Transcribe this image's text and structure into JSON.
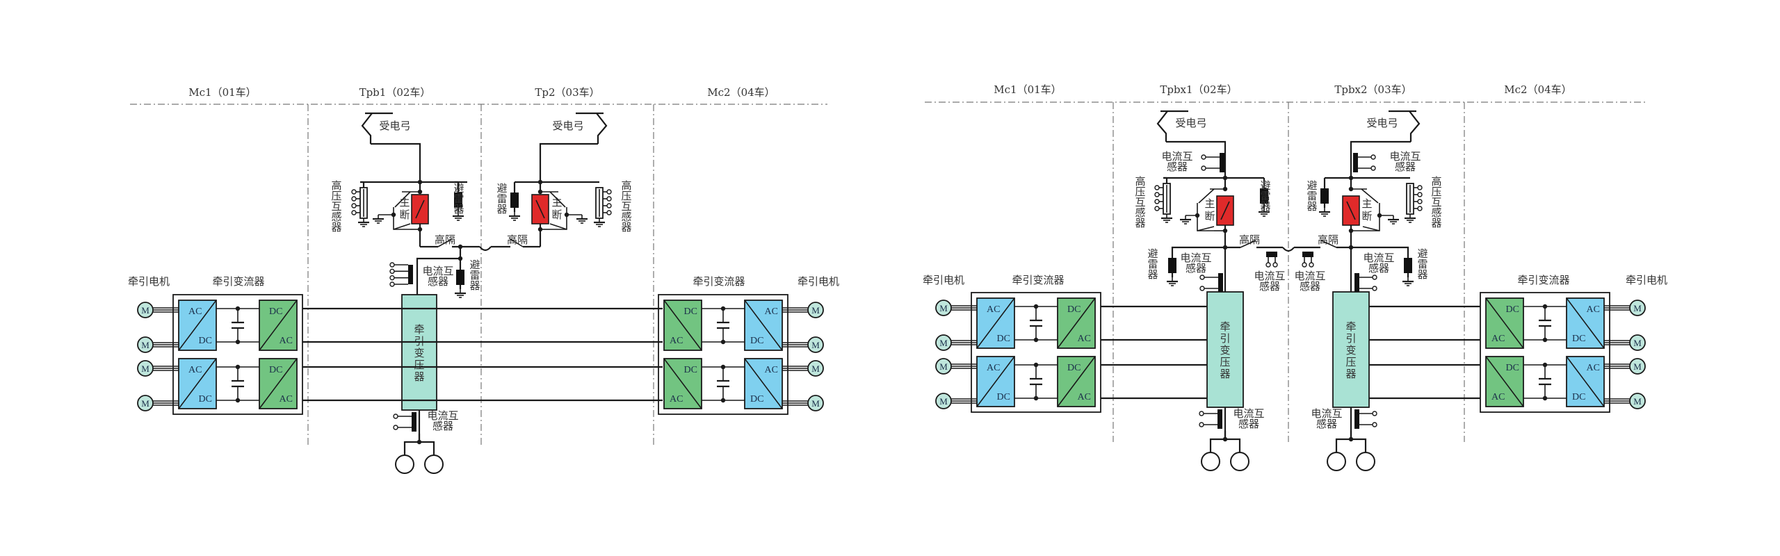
{
  "colors": {
    "wire": "#1a1a1a",
    "ac_dc_converter": "#7fd0ef",
    "dc_ac_converter": "#72c481",
    "main_breaker": "#e02a2a",
    "transformer": "#a9e2d4",
    "motor": "#bfe6dc",
    "divider": "#777777"
  },
  "left_scheme": {
    "cars": [
      {
        "label": "Mc1（01车）"
      },
      {
        "label": "Tpb1（02车）"
      },
      {
        "label": "Tp2（03车）"
      },
      {
        "label": "Mc2（04车）"
      }
    ],
    "pantograph_left": "受电弓",
    "pantograph_right": "受电弓",
    "hv_transformer_left": [
      "高",
      "压",
      "互",
      "感",
      "器"
    ],
    "hv_transformer_right": [
      "高",
      "压",
      "互",
      "感",
      "器"
    ],
    "arrester_left": [
      "避",
      "雷",
      "器"
    ],
    "arrester_right": [
      "避",
      "雷",
      "器"
    ],
    "arrester_bus": [
      "避",
      "雷",
      "器"
    ],
    "main_breaker_left": [
      "主",
      "断"
    ],
    "main_breaker_right": [
      "主",
      "断"
    ],
    "hv_isolator_left": "高隔",
    "hv_isolator_right": "高隔",
    "ct_bus": [
      "电流互",
      "感器"
    ],
    "ct_ground": [
      "电流互",
      "感器"
    ],
    "transformer": [
      "牵",
      "引",
      "变",
      "压",
      "器"
    ],
    "left_motor_label": "牵引电机",
    "left_converter_label": "牵引变流器",
    "right_converter_label": "牵引变流器",
    "right_motor_label": "牵引电机"
  },
  "right_scheme": {
    "cars": [
      {
        "label": "Mc1（01车）"
      },
      {
        "label": "Tpbx1（02车）"
      },
      {
        "label": "Tpbx2（03车）"
      },
      {
        "label": "Mc2（04车）"
      }
    ],
    "pantograph_left": "受电弓",
    "pantograph_right": "受电弓",
    "ct_top_left": [
      "电流互",
      "感器"
    ],
    "ct_top_right": [
      "电流互",
      "感器"
    ],
    "hv_transformer_left": [
      "高",
      "压",
      "互",
      "感",
      "器"
    ],
    "hv_transformer_right": [
      "高",
      "压",
      "互",
      "感",
      "器"
    ],
    "arrester_top_left": [
      "避",
      "雷",
      "器"
    ],
    "arrester_top_right": [
      "避",
      "雷",
      "器"
    ],
    "main_breaker_left": [
      "主",
      "断"
    ],
    "main_breaker_right": [
      "主",
      "断"
    ],
    "hv_isolator_left": "高隔",
    "hv_isolator_right": "高隔",
    "arrester_low_left": [
      "避",
      "雷",
      "器"
    ],
    "arrester_low_right": [
      "避",
      "雷",
      "器"
    ],
    "ct_mid_left": [
      "电流互",
      "感器"
    ],
    "ct_mid_right": [
      "电流互",
      "感器"
    ],
    "ct_coupler_left": [
      "电流互",
      "感器"
    ],
    "ct_coupler_right": [
      "电流互",
      "感器"
    ],
    "transformer_left": [
      "牵",
      "引",
      "变",
      "压",
      "器"
    ],
    "transformer_right": [
      "牵",
      "引",
      "变",
      "压",
      "器"
    ],
    "ct_ground_left": [
      "电流互",
      "感器"
    ],
    "ct_ground_right": [
      "电流互",
      "感器"
    ],
    "left_motor_label": "牵引电机",
    "left_converter_label": "牵引变流器",
    "right_converter_label": "牵引变流器",
    "right_motor_label": "牵引电机"
  },
  "converter": {
    "rectifier_top": "AC",
    "rectifier_bottom": "DC",
    "inverter_top": "DC",
    "inverter_bottom": "AC"
  },
  "motor_symbol": "M"
}
